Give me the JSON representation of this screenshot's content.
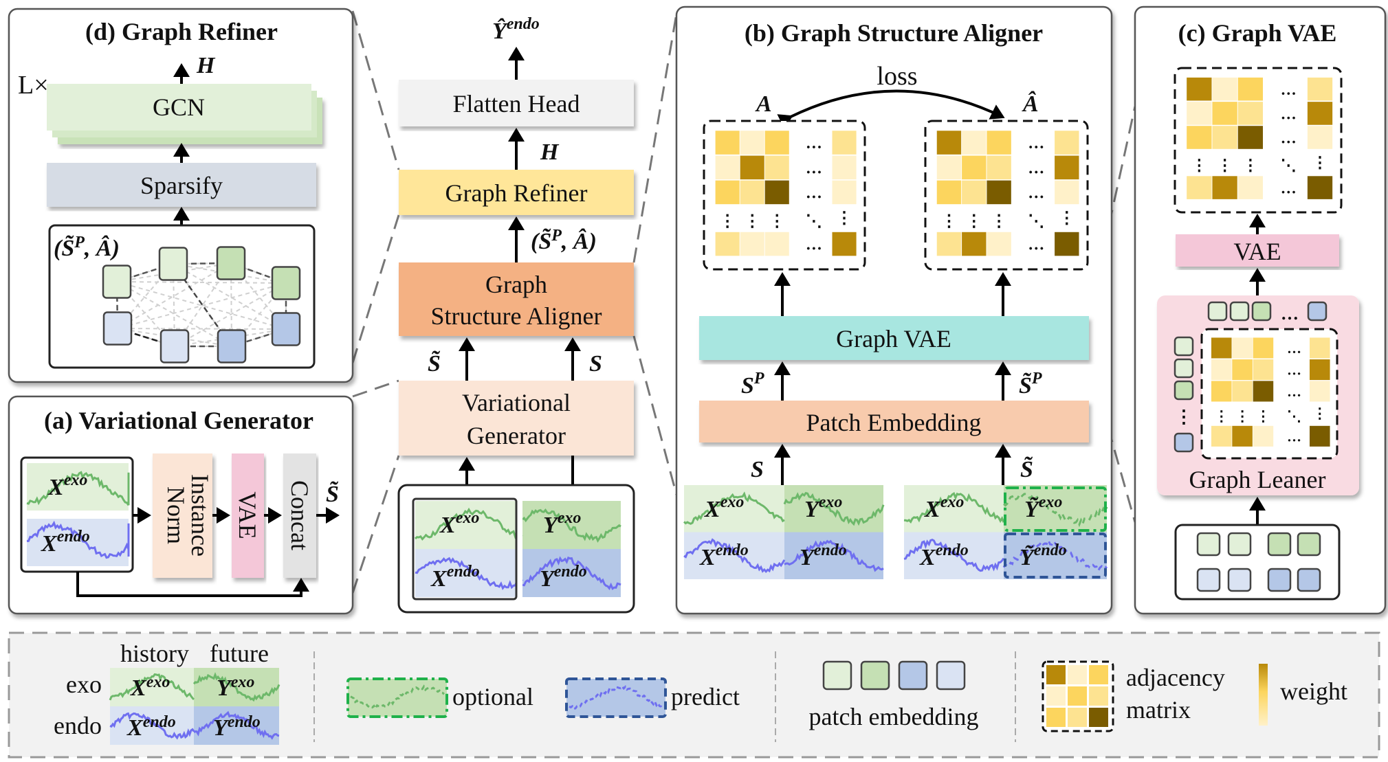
{
  "colors": {
    "exo_history": "#e2f0d9",
    "exo_future": "#c5e0b4",
    "endo_history": "#dae3f3",
    "endo_future": "#b4c7e7",
    "exo_line": "#6db86a",
    "endo_line": "#6f6ff0",
    "flatten_head": "#f2f2f2",
    "graph_refiner": "#ffe699",
    "aligner": "#f4b183",
    "generator": "#fbe5d6",
    "graph_vae": "#a8e6e0",
    "patch_embedding": "#f8cbad",
    "vae": "#f4c7d8",
    "gcn": "#e2f0d9",
    "sparsify": "#d6dce5",
    "concat": "#e3e3e3",
    "optional_border": "#1fb14a",
    "predict_border": "#2f5597",
    "weights": {
      "D": "#7a5c00",
      "B": "#b8890a",
      "Y": "#fcd55e",
      "L": "#fde391",
      "P": "#fff1c9"
    }
  },
  "symbols": {
    "X_exo": {
      "base": "X",
      "sup": "exo"
    },
    "X_endo": {
      "base": "X",
      "sup": "endo"
    },
    "Y_exo": {
      "base": "Y",
      "sup": "exo"
    },
    "Y_endo": {
      "base": "Y",
      "sup": "endo"
    },
    "Yt_exo": {
      "base": "Ỹ",
      "sup": "exo"
    },
    "Yt_endo": {
      "base": "Ỹ",
      "sup": "endo"
    },
    "Y_hat_endo": {
      "base": "Ŷ",
      "sup": "endo"
    },
    "S": "S",
    "S_tilde": "S̃",
    "H": "H",
    "A": "A",
    "A_hat": "Â",
    "SP": {
      "base": "S",
      "sup": "P"
    },
    "SPt": {
      "base": "S̃",
      "sup": "P"
    },
    "pair": {
      "open": "(",
      "base": "S̃",
      "sup": "P",
      "sep": ", ",
      "a": "Â",
      "close": ")"
    }
  },
  "panel_d": {
    "title": "(d)  Graph Refiner",
    "repeat": "L×",
    "gcn": "GCN",
    "sparsify": "Sparsify"
  },
  "panel_a": {
    "title": "(a) Variational Generator",
    "instance_norm_1": "Instance",
    "instance_norm_2": "Norm",
    "vae": "VAE",
    "concat": "Concat"
  },
  "center": {
    "flatten_head": "Flatten Head",
    "graph_refiner": "Graph Refiner",
    "aligner_1": "Graph",
    "aligner_2": "Structure Aligner",
    "generator_1": "Variational",
    "generator_2": "Generator"
  },
  "panel_b": {
    "title": "(b) Graph Structure Aligner",
    "loss": "loss",
    "graph_vae": "Graph VAE",
    "patch_embedding": "Patch Embedding"
  },
  "panel_c": {
    "title": "(c) Graph VAE",
    "vae": "VAE",
    "graph_learner": "Graph  Leaner"
  },
  "matrices": {
    "A": {
      "rows": [
        [
          "Y",
          "P",
          "Y"
        ],
        [
          "P",
          "B",
          "L"
        ],
        [
          "Y",
          "L",
          "D"
        ]
      ],
      "last_col": [
        "L",
        "P",
        "P"
      ],
      "last_row": [
        "L",
        "P",
        "P"
      ],
      "corner": "B"
    },
    "A_hat": {
      "rows": [
        [
          "B",
          "P",
          "Y"
        ],
        [
          "P",
          "Y",
          "L"
        ],
        [
          "Y",
          "L",
          "D"
        ]
      ],
      "last_col": [
        "L",
        "B",
        "P"
      ],
      "last_row": [
        "L",
        "B",
        "P"
      ],
      "corner": "D"
    },
    "legend": {
      "rows": [
        [
          "B",
          "P",
          "Y"
        ],
        [
          "P",
          "Y",
          "L"
        ],
        [
          "Y",
          "L",
          "D"
        ]
      ]
    }
  },
  "ellipsis": {
    "h": "…",
    "v": "⋮",
    "d": "⋱"
  },
  "legend": {
    "history": "history",
    "future": "future",
    "exo": "exo",
    "endo": "endo",
    "optional": "optional",
    "predict": "predict",
    "patch_embedding": "patch embedding",
    "adjacency": "adjacency",
    "matrix": "matrix",
    "weight": "weight"
  }
}
